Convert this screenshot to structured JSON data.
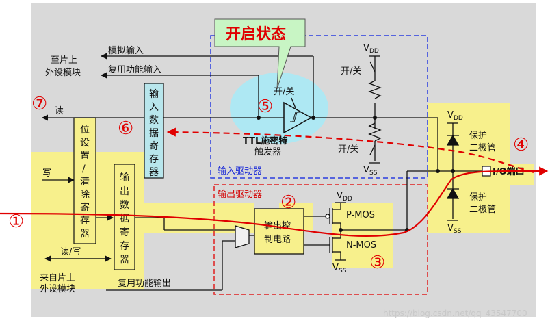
{
  "callout": "开启状态",
  "labels": {
    "analog_input": "模拟输入",
    "alt_func_input": "复用功能输入",
    "to_peripheral_line1": "至片上",
    "to_peripheral_line2": "外设模块",
    "read": "读",
    "write": "写",
    "read_write": "读/写",
    "alt_func_output": "复用功能输出",
    "from_peripheral_line1": "来自片上",
    "from_peripheral_line2": "外设模块",
    "switch_top": "开/关",
    "switch_schmitt": "开/关",
    "switch_bottom": "开/关",
    "schmitt_line1": "TTL施密特",
    "schmitt_line2": "触发器",
    "input_driver": "输入驱动器",
    "output_driver": "输出驱动器",
    "output_ctrl_line1": "输出控",
    "output_ctrl_line2": "制电路",
    "pmos": "P-MOS",
    "nmos": "N-MOS",
    "protect_diode_line1": "保护",
    "protect_diode_line2": "二极管",
    "protect_diode2_line1": "保护",
    "protect_diode2_line2": "二极管",
    "io_pin": "I/O端口",
    "vdd_main": "V",
    "vdd_main_sub": "DD",
    "vss_main": "V",
    "vss_main_sub": "SS",
    "vdd_diode": "V",
    "vdd_diode_sub": "DD",
    "vss_diode": "V",
    "vss_diode_sub": "SS",
    "vdd_pmos": "V",
    "vdd_pmos_sub": "DD",
    "vss_nmos": "V",
    "vss_nmos_sub": "SS"
  },
  "registers": {
    "input_data": [
      "输",
      "入",
      "数",
      "据",
      "寄",
      "存",
      "器"
    ],
    "bit_set_reset": [
      "位",
      "设",
      "置",
      "/",
      "清",
      "除",
      "寄",
      "存",
      "器"
    ],
    "output_data": [
      "输",
      "出",
      "数",
      "据",
      "寄",
      "存",
      "器"
    ]
  },
  "markers": [
    "①",
    "②",
    "③",
    "④",
    "⑤",
    "⑥",
    "⑦"
  ],
  "watermark": "https://blog.csdn.net/qq_43547700",
  "colors": {
    "panel": "#d9d9d9",
    "highlight": "#f7f08c",
    "callout": "#c8f5c4",
    "glow": "#aee8f3",
    "register_fill": "#b8e6ec",
    "path_red": "#e00000",
    "input_box": "#2a3ee0",
    "output_box": "#e02020"
  }
}
